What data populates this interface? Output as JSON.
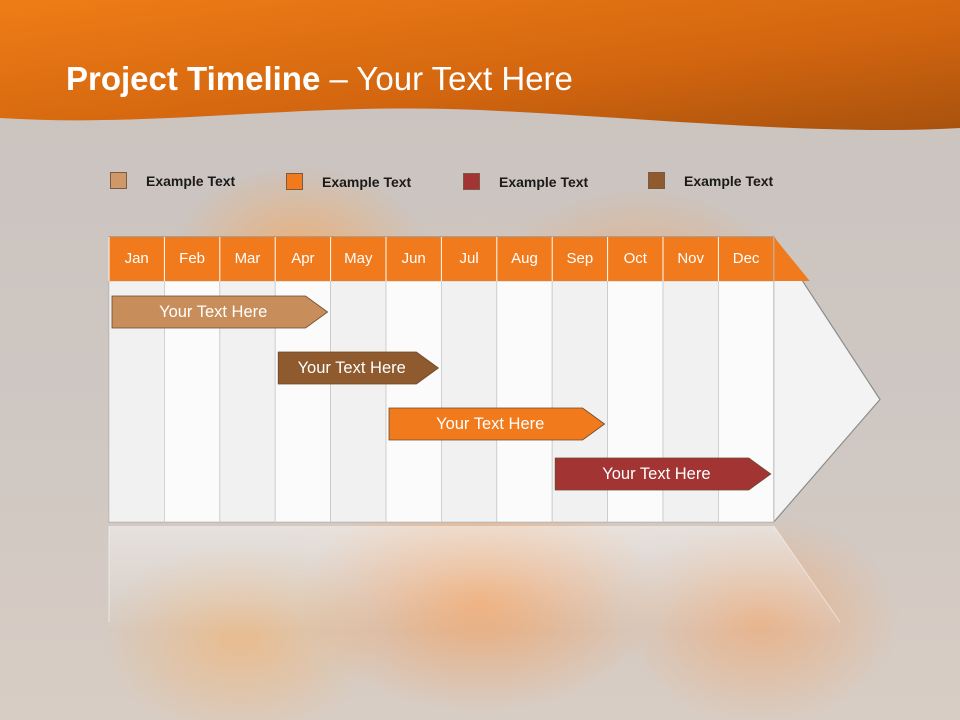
{
  "slide": {
    "title_bold": "Project Timeline",
    "title_rest": " – Your Text Here"
  },
  "legend": [
    {
      "label": "Example Text",
      "color": "#d09866"
    },
    {
      "label": "Example Text",
      "color": "#f07a1c"
    },
    {
      "label": "Example Text",
      "color": "#a33434"
    },
    {
      "label": "Example Text",
      "color": "#8e5a2e"
    }
  ],
  "months": [
    "Jan",
    "Feb",
    "Mar",
    "Apr",
    "May",
    "Jun",
    "Jul",
    "Aug",
    "Sep",
    "Oct",
    "Nov",
    "Dec"
  ],
  "tasks": [
    {
      "label": "Your  Text Here",
      "color": "#c78e5b",
      "start_month": "Jan",
      "end_month": "Apr"
    },
    {
      "label": "Your  Text Here",
      "color": "#8e5a2e",
      "start_month": "Apr",
      "end_month": "Jun"
    },
    {
      "label": "Your  Text Here",
      "color": "#f07a1c",
      "start_month": "Jun",
      "end_month": "Sep"
    },
    {
      "label": "Your  Text Here",
      "color": "#a33434",
      "start_month": "Sep",
      "end_month": "Dec"
    }
  ],
  "colors": {
    "header_orange": "#e8730f",
    "header_dark": "#9a4a0c",
    "month_bar": "#f07a1c"
  }
}
